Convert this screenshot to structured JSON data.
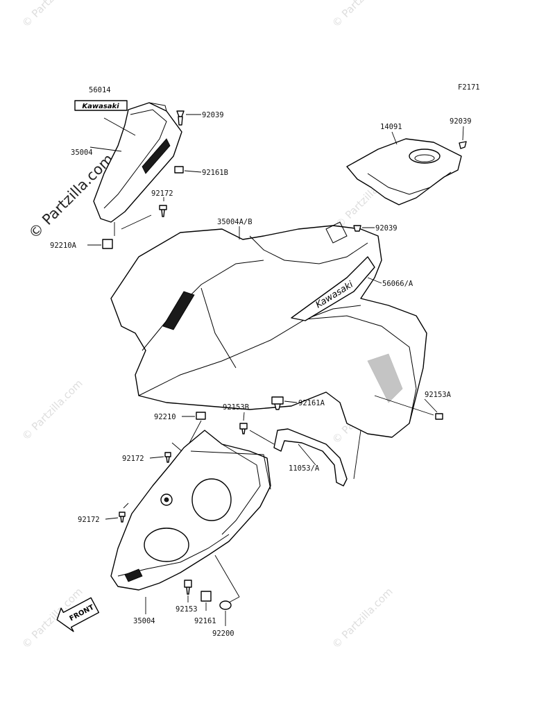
{
  "figure_code": "F2171",
  "watermark": {
    "main": "© Partzilla.com",
    "small": "© Partzilla.com"
  },
  "decal_text": "Kawasaki",
  "front_arrow_text": "FRONT",
  "labels": {
    "p56014": "56014",
    "p92039_a": "92039",
    "p35004_top": "35004",
    "p92161B": "92161B",
    "p92172_top": "92172",
    "p92210A": "92210A",
    "p14091": "14091",
    "p92039_b": "92039",
    "p35004AB": "35004A/B",
    "p92039_c": "92039",
    "p56066A": "56066/A",
    "p92153A": "92153A",
    "p92153B": "92153B",
    "p92161A": "92161A",
    "p92210": "92210",
    "p92172_mid": "92172",
    "p11053A": "11053/A",
    "p92172_low": "92172",
    "p35004_bottom": "35004",
    "p92153": "92153",
    "p92161": "92161",
    "p92200": "92200"
  }
}
